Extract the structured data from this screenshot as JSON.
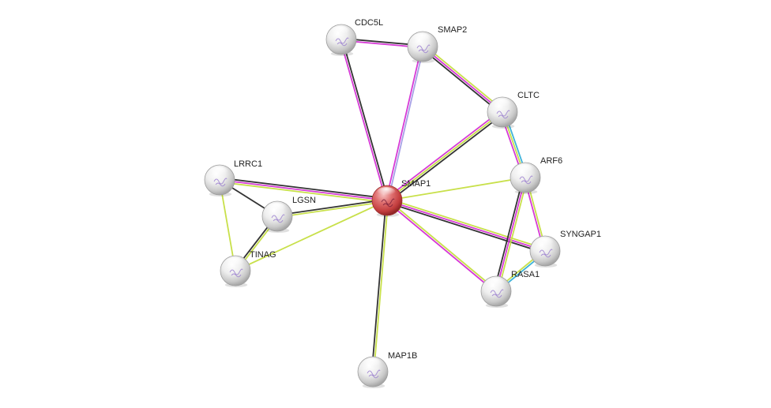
{
  "network": {
    "query_node": "SMAP1",
    "nodes": [
      {
        "id": "SMAP1",
        "label": "SMAP1",
        "query": true
      },
      {
        "id": "CDC5L",
        "label": "CDC5L"
      },
      {
        "id": "SMAP2",
        "label": "SMAP2"
      },
      {
        "id": "CLTC",
        "label": "CLTC"
      },
      {
        "id": "ARF6",
        "label": "ARF6"
      },
      {
        "id": "SYNGAP1",
        "label": "SYNGAP1"
      },
      {
        "id": "RASA1",
        "label": "RASA1"
      },
      {
        "id": "MAP1B",
        "label": "MAP1B"
      },
      {
        "id": "LRRC1",
        "label": "LRRC1"
      },
      {
        "id": "LGSN",
        "label": "LGSN"
      },
      {
        "id": "TINAG",
        "label": "TINAG"
      }
    ],
    "edge_colors": {
      "textmining": "#c8e04a",
      "experiments": "#d63ad6",
      "coexpression": "#333333",
      "databases": "#3fb3d9",
      "homology": "#a7a0e6"
    },
    "edges": [
      {
        "source": "SMAP1",
        "target": "CDC5L",
        "evidence": [
          "experiments",
          "coexpression"
        ]
      },
      {
        "source": "SMAP1",
        "target": "SMAP2",
        "evidence": [
          "experiments",
          "homology"
        ]
      },
      {
        "source": "SMAP1",
        "target": "CLTC",
        "evidence": [
          "experiments",
          "textmining",
          "coexpression"
        ]
      },
      {
        "source": "SMAP1",
        "target": "ARF6",
        "evidence": [
          "textmining"
        ]
      },
      {
        "source": "SMAP1",
        "target": "SYNGAP1",
        "evidence": [
          "textmining",
          "experiments",
          "coexpression"
        ]
      },
      {
        "source": "SMAP1",
        "target": "RASA1",
        "evidence": [
          "textmining",
          "experiments"
        ]
      },
      {
        "source": "SMAP1",
        "target": "MAP1B",
        "evidence": [
          "textmining",
          "coexpression"
        ]
      },
      {
        "source": "SMAP1",
        "target": "LRRC1",
        "evidence": [
          "textmining",
          "experiments",
          "coexpression"
        ]
      },
      {
        "source": "SMAP1",
        "target": "LGSN",
        "evidence": [
          "textmining",
          "coexpression"
        ]
      },
      {
        "source": "SMAP1",
        "target": "TINAG",
        "evidence": [
          "textmining"
        ]
      },
      {
        "source": "CDC5L",
        "target": "SMAP2",
        "evidence": [
          "coexpression",
          "experiments"
        ]
      },
      {
        "source": "SMAP2",
        "target": "CLTC",
        "evidence": [
          "textmining",
          "experiments",
          "coexpression"
        ]
      },
      {
        "source": "CLTC",
        "target": "ARF6",
        "evidence": [
          "databases",
          "textmining",
          "experiments"
        ]
      },
      {
        "source": "ARF6",
        "target": "SYNGAP1",
        "evidence": [
          "textmining",
          "experiments"
        ]
      },
      {
        "source": "ARF6",
        "target": "RASA1",
        "evidence": [
          "textmining",
          "experiments",
          "coexpression"
        ]
      },
      {
        "source": "SYNGAP1",
        "target": "RASA1",
        "evidence": [
          "databases",
          "textmining"
        ]
      },
      {
        "source": "LRRC1",
        "target": "LGSN",
        "evidence": [
          "coexpression"
        ]
      },
      {
        "source": "LRRC1",
        "target": "TINAG",
        "evidence": [
          "textmining"
        ]
      },
      {
        "source": "LGSN",
        "target": "TINAG",
        "evidence": [
          "textmining",
          "coexpression"
        ]
      }
    ]
  }
}
